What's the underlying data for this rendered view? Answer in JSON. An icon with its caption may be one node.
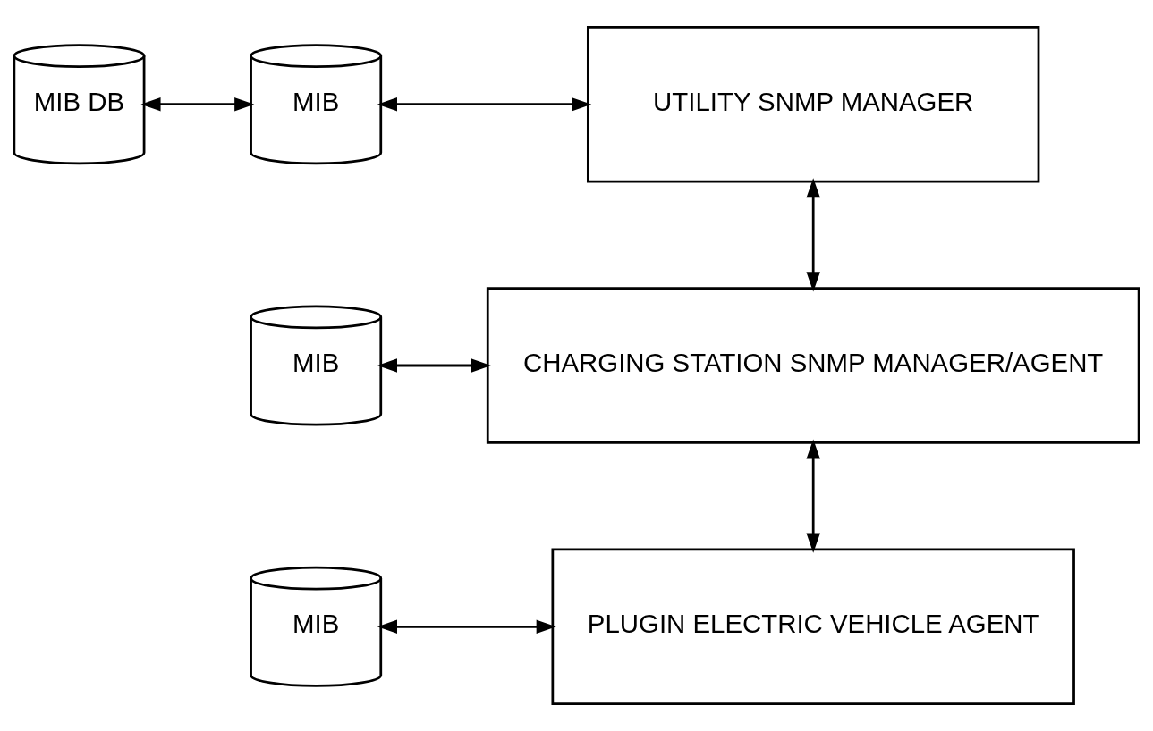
{
  "diagram": {
    "nodes": [
      {
        "text": [
          "MIB DB"
        ]
      },
      {
        "text": [
          "MIB"
        ]
      },
      {
        "text": [
          "UTILITY SNMP MANAGER"
        ]
      },
      {
        "text": [
          "MIB"
        ]
      },
      {
        "text": [
          "CHARGING STATION SNMP MANAGER/AGENT"
        ]
      },
      {
        "text": [
          "MIB"
        ]
      },
      {
        "text": [
          "PLUGIN ELECTRIC VEHICLE AGENT"
        ]
      }
    ],
    "edges": [
      {
        "from": 0,
        "to": 1,
        "arrow": "both"
      },
      {
        "from": 1,
        "to": 2,
        "arrow": "both"
      },
      {
        "from": 2,
        "to": 4,
        "arrow": "both"
      },
      {
        "from": 3,
        "to": 4,
        "arrow": "both"
      },
      {
        "from": 4,
        "to": 6,
        "arrow": "both"
      },
      {
        "from": 5,
        "to": 6,
        "arrow": "both"
      }
    ]
  }
}
